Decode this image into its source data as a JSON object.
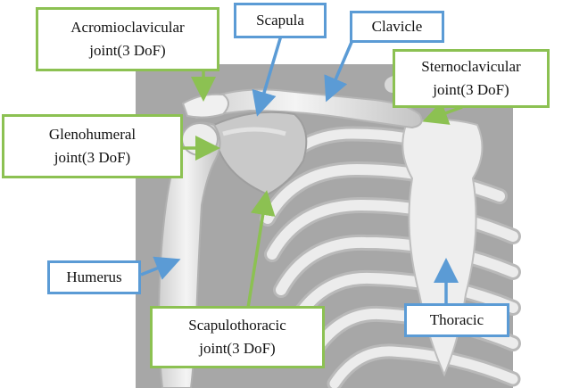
{
  "colors": {
    "joint_border": "#8cc152",
    "bone_border": "#5b9bd5",
    "joint_arrow": "#8cc152",
    "bone_arrow": "#5b9bd5",
    "backdrop": "#a7a7a7",
    "bone": "#ebebeb"
  },
  "labels": {
    "acromioclavicular": "Acromioclavicular\njoint(3 DoF)",
    "scapula": "Scapula",
    "clavicle": "Clavicle",
    "sternoclavicular": "Sternoclavicular\njoint(3 DoF)",
    "glenohumeral": "Glenohumeral\njoint(3 DoF)",
    "humerus": "Humerus",
    "scapulothoracic": "Scapulothoracic\njoint(3 DoF)",
    "thoracic": "Thoracic"
  }
}
